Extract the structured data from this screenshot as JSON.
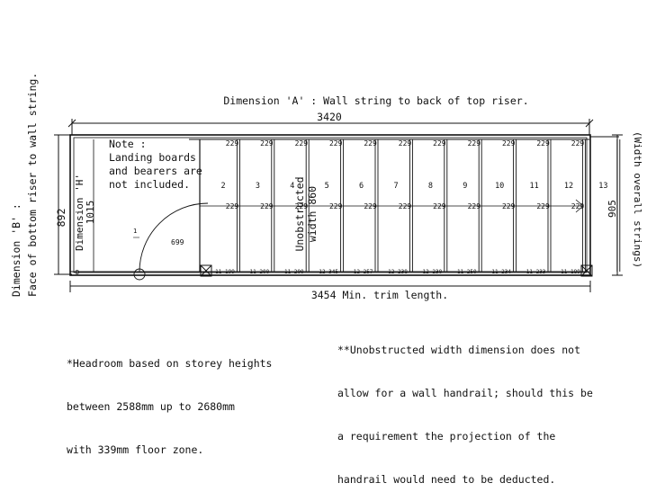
{
  "dimension_a": {
    "caption": "Dimension 'A' : Wall string to back of top riser.",
    "value": "3420"
  },
  "dimension_b": {
    "caption_line1": "Dimension 'B' :",
    "caption_line2": "Face of bottom riser to wall string.",
    "value": "892"
  },
  "dimension_h": {
    "label": "Dimension 'H'",
    "value": "1015"
  },
  "overall_width": {
    "value": "905",
    "caption": "(Width overall strings)"
  },
  "trim_length": "3454 Min. trim length.",
  "landing_note": [
    "Note :",
    "Landing boards",
    "and bearers are",
    "not included."
  ],
  "unobstructed": {
    "line1": "Unobstructed",
    "line2": "width 860"
  },
  "door_swing": {
    "marker": "1",
    "value": "699"
  },
  "tread_numbers": [
    "2",
    "3",
    "4",
    "5",
    "6",
    "7",
    "8",
    "9",
    "10",
    "11",
    "12",
    "13"
  ],
  "going_top": [
    "229",
    "229",
    "229",
    "229",
    "229",
    "229",
    "229",
    "229",
    "229",
    "229",
    "229"
  ],
  "going_mid": [
    "229",
    "229",
    "229",
    "229",
    "229",
    "229",
    "229",
    "229",
    "229",
    "229",
    "229"
  ],
  "bottom_string_labels": [
    "11 199",
    "11 200",
    "11 200",
    "12 345",
    "12 257",
    "12 238",
    "12 230",
    "11 250",
    "11 234",
    "11 233",
    "11 189"
  ],
  "notes": {
    "headroom": [
      "*Headroom based on storey heights",
      "between 2588mm up to 2680mm",
      "with 339mm floor zone."
    ],
    "handrail": [
      "**Unobstructed width dimension does not",
      "allow for a wall handrail; should this be",
      "a requirement the projection of the",
      "handrail would need to be deducted."
    ]
  }
}
